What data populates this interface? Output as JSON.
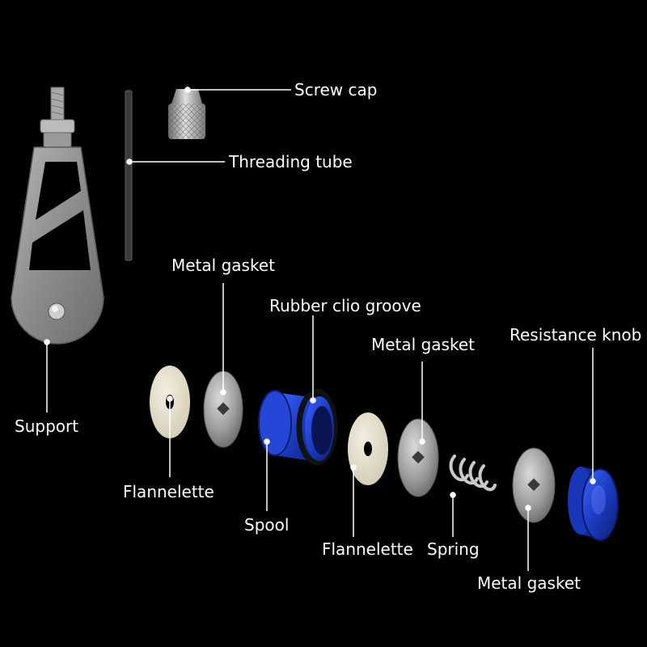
{
  "colors": {
    "background": "#000000",
    "metal": "#8a8a8a",
    "metal_light": "#cfcfcf",
    "anodized_blue": "#1f3fc4",
    "felt": "#e8e1cf",
    "leader_line": "#ffffff",
    "text": "#ffffff"
  },
  "parts": {
    "screw_cap": "Screw cap",
    "threading_tube": "Threading tube",
    "metal_gasket_1": "Metal gasket",
    "rubber_clio_groove": "Rubber clio groove",
    "metal_gasket_2": "Metal gasket",
    "resistance_knob": "Resistance knob",
    "support": "Support",
    "flannelette_1": "Flannelette",
    "spool": "Spool",
    "flannelette_2": "Flannelette",
    "spring": "Spring",
    "metal_gasket_3": "Metal gasket"
  }
}
